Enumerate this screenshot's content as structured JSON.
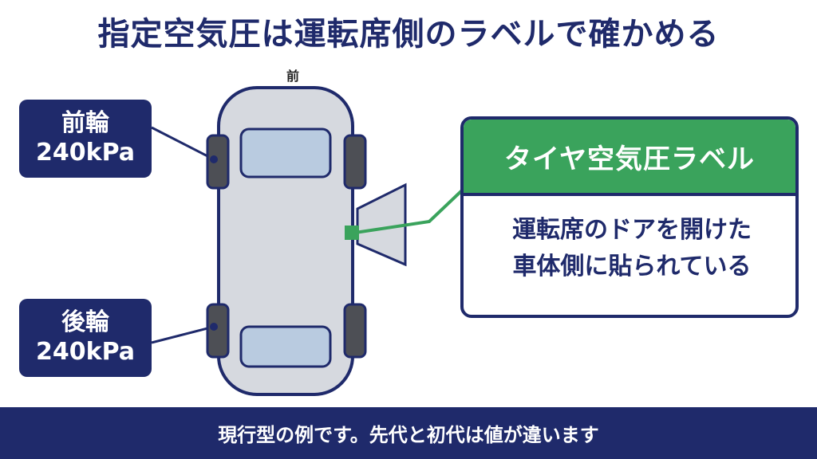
{
  "title": "指定空気圧は運転席側のラベルで確かめる",
  "front_label": "前",
  "front_tire": {
    "name": "前輪",
    "pressure": "240kPa"
  },
  "rear_tire": {
    "name": "後輪",
    "pressure": "240kPa"
  },
  "label_card": {
    "header": "タイヤ空気圧ラベル",
    "line1": "運転席のドアを開けた",
    "line2": "車体側に貼られている"
  },
  "footer": "現行型の例です。先代と初代は値が違います",
  "colors": {
    "navy": "#1f2a6b",
    "green": "#3aa35c",
    "car_body": "#d6d9df",
    "glass": "#b9cbe0",
    "tire": "#4d4f55"
  }
}
